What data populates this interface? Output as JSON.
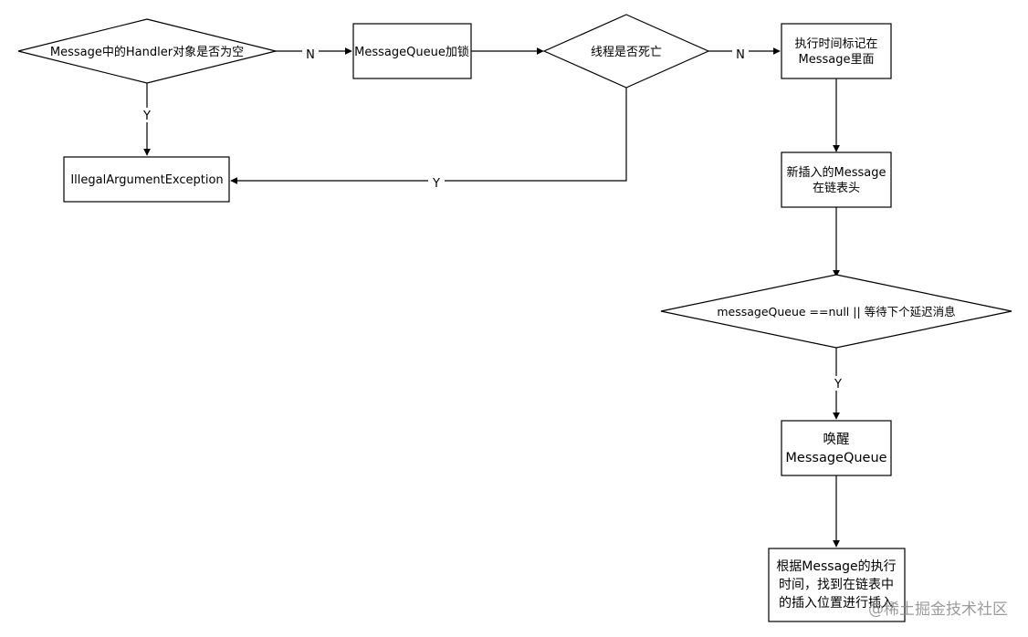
{
  "nodes": {
    "check_handler": "Message中的Handler对象是否为空",
    "queue_lock": "MessageQueue加锁",
    "thread_dead": "线程是否死亡",
    "mark_time": [
      "执行时间标记在",
      "Message里面"
    ],
    "illegal_arg": "IllegalArgumentException",
    "insert_head": [
      "新插入的Message",
      "在链表头"
    ],
    "check_wake": "messageQueue ==null || 等待下个延迟消息",
    "wake_queue": [
      "唤醒",
      "MessageQueue"
    ],
    "insert_by_time": [
      "根据Message的执行",
      "时间，找到在链表中",
      "的插入位置进行插入"
    ]
  },
  "edges": {
    "handler_no": "N",
    "handler_yes": "Y",
    "thread_no": "N",
    "thread_yes": "Y",
    "wake_yes": "Y"
  },
  "watermark": "@稀土掘金技术社区"
}
